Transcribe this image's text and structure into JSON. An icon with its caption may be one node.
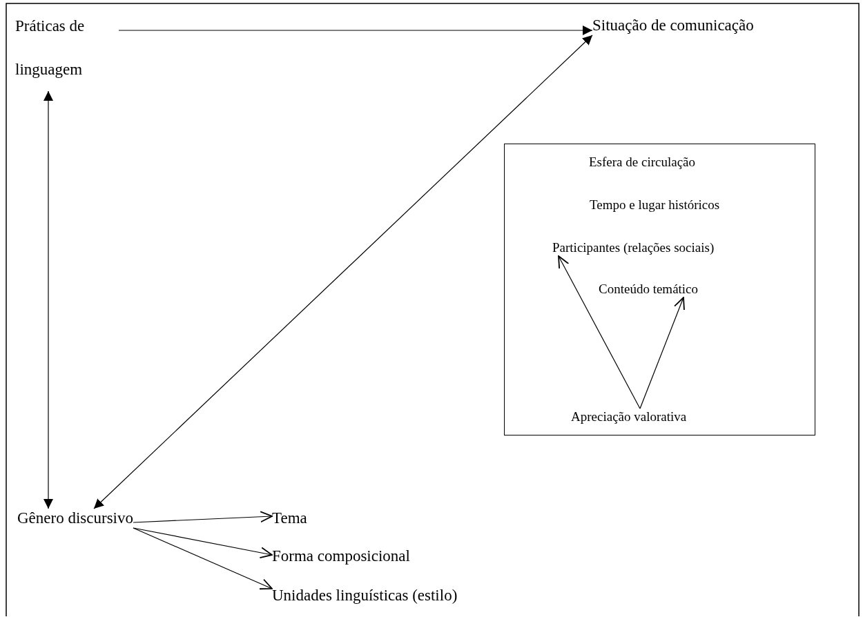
{
  "diagram": {
    "nodes": [
      {
        "text": [
          "Práticas de linguagem"
        ]
      },
      {
        "text": [
          "Situação de comunicação"
        ]
      },
      {
        "text": [],
        "shape": "box"
      },
      {
        "text": [
          "Esfera de circulação"
        ],
        "in": 2
      },
      {
        "text": [
          "Tempo e lugar históricos"
        ],
        "in": 2
      },
      {
        "text": [
          "Participantes (relações sociais)"
        ],
        "in": 2
      },
      {
        "text": [
          "Conteúdo temático"
        ],
        "in": 2
      },
      {
        "text": [
          "Apreciação valorativa"
        ],
        "in": 2
      },
      {
        "text": [
          "Gênero discursivo"
        ]
      },
      {
        "text": [
          "Tema"
        ]
      },
      {
        "text": [
          "Forma composicional"
        ]
      },
      {
        "text": [
          "Unidades linguísticas (estilo)"
        ]
      }
    ],
    "edges": [
      {
        "from": 0,
        "to": 1,
        "arrow": "to"
      },
      {
        "from": 8,
        "to": 1,
        "arrow": "both"
      },
      {
        "from": 0,
        "to": 8,
        "arrow": "both"
      },
      {
        "from": 7,
        "to": 5,
        "arrow": "to"
      },
      {
        "from": 7,
        "to": 6,
        "arrow": "to"
      },
      {
        "from": 8,
        "to": 9,
        "arrow": "to"
      },
      {
        "from": 8,
        "to": 10,
        "arrow": "to"
      },
      {
        "from": 8,
        "to": 11,
        "arrow": "to"
      }
    ]
  }
}
